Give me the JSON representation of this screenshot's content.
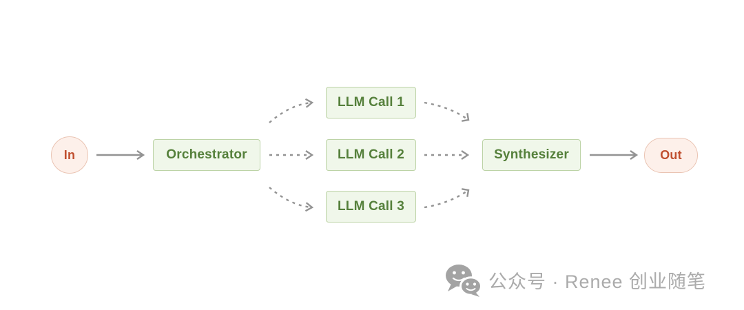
{
  "diagram": {
    "title": "orchestrator-workers-workflow",
    "nodes": {
      "in": {
        "label": "In",
        "shape": "circle",
        "color_role": "pink"
      },
      "orchestrator": {
        "label": "Orchestrator",
        "shape": "rect",
        "color_role": "green"
      },
      "llm_call_1": {
        "label": "LLM Call 1",
        "shape": "rect",
        "color_role": "green"
      },
      "llm_call_2": {
        "label": "LLM Call 2",
        "shape": "rect",
        "color_role": "green"
      },
      "llm_call_3": {
        "label": "LLM Call 3",
        "shape": "rect",
        "color_role": "green"
      },
      "synthesizer": {
        "label": "Synthesizer",
        "shape": "rect",
        "color_role": "green"
      },
      "out": {
        "label": "Out",
        "shape": "pill",
        "color_role": "pink"
      }
    },
    "edges": [
      {
        "from": "in",
        "to": "orchestrator",
        "style": "solid"
      },
      {
        "from": "orchestrator",
        "to": "llm_call_1",
        "style": "dashed"
      },
      {
        "from": "orchestrator",
        "to": "llm_call_2",
        "style": "dashed"
      },
      {
        "from": "orchestrator",
        "to": "llm_call_3",
        "style": "dashed"
      },
      {
        "from": "llm_call_1",
        "to": "synthesizer",
        "style": "dashed"
      },
      {
        "from": "llm_call_2",
        "to": "synthesizer",
        "style": "dashed"
      },
      {
        "from": "llm_call_3",
        "to": "synthesizer",
        "style": "dashed"
      },
      {
        "from": "synthesizer",
        "to": "out",
        "style": "solid"
      }
    ],
    "colors": {
      "node_green_bg": "#f0f7ea",
      "node_green_border": "#bcd3a6",
      "node_green_text": "#55803b",
      "node_pink_bg": "#fdf0ea",
      "node_pink_border": "#eac4b3",
      "node_red_text": "#c04f2f",
      "arrow_gray": "#939393",
      "watermark_gray": "#ababab"
    }
  },
  "watermark": {
    "icon": "wechat-icon",
    "text": "公众号 · Renee 创业随笔"
  }
}
